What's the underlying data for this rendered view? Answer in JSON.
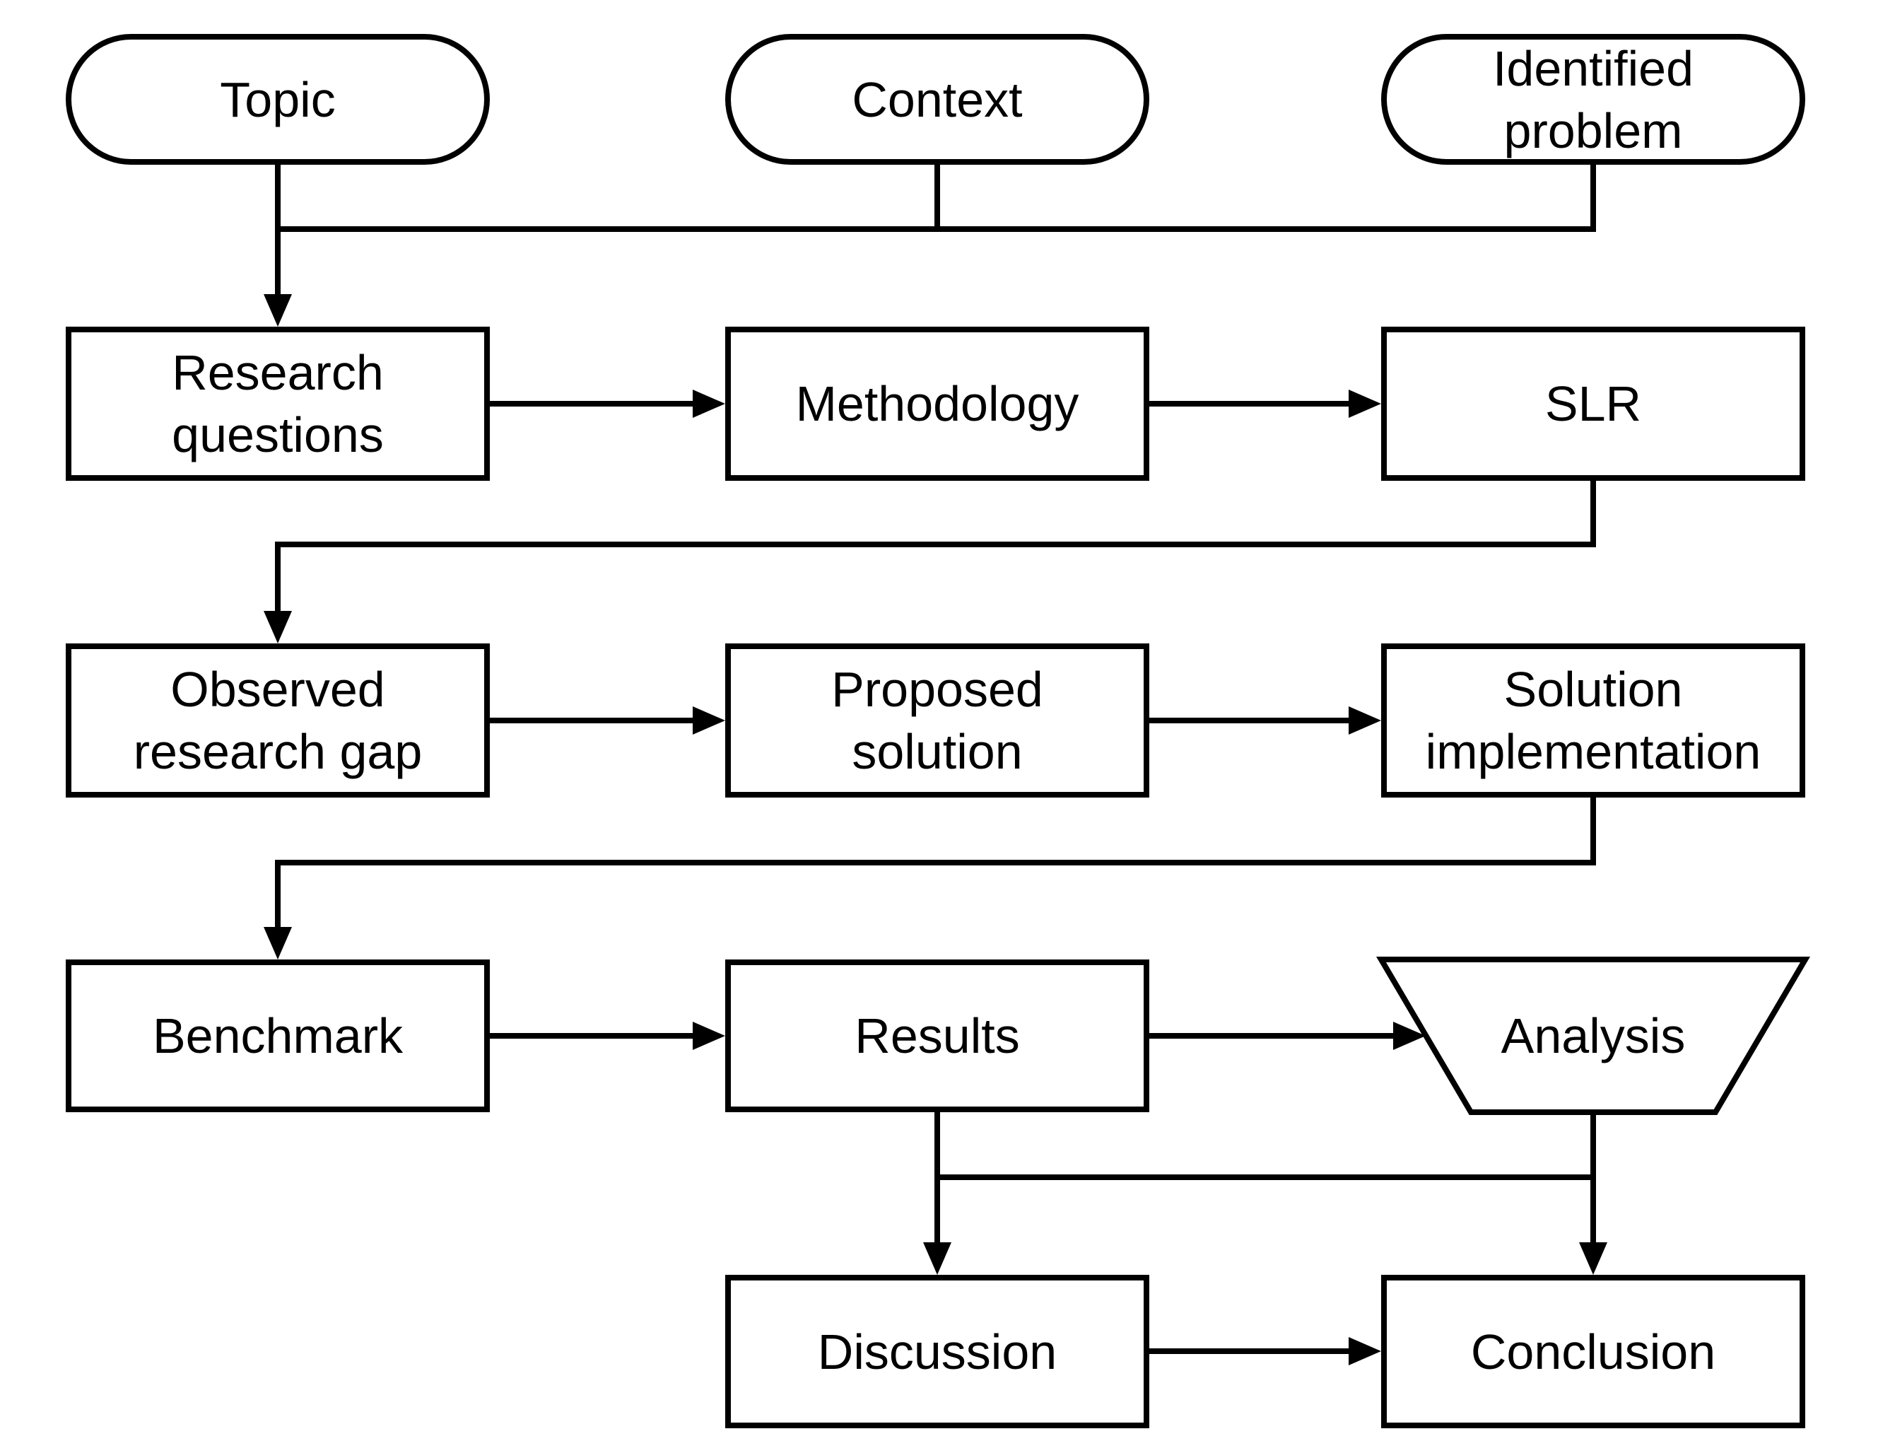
{
  "colors": {
    "stroke": "#000000",
    "background": "#ffffff"
  },
  "nodes": {
    "topic": {
      "label": "Topic"
    },
    "context": {
      "label": "Context"
    },
    "identified_problem": {
      "label": "Identified problem"
    },
    "research_questions": {
      "label": "Research questions"
    },
    "methodology": {
      "label": "Methodology"
    },
    "slr": {
      "label": "SLR"
    },
    "observed_research_gap": {
      "label": "Observed research gap"
    },
    "proposed_solution": {
      "label": "Proposed solution"
    },
    "solution_implementation": {
      "label": "Solution implementation"
    },
    "benchmark": {
      "label": "Benchmark"
    },
    "results": {
      "label": "Results"
    },
    "analysis": {
      "label": "Analysis"
    },
    "discussion": {
      "label": "Discussion"
    },
    "conclusion": {
      "label": "Conclusion"
    }
  }
}
